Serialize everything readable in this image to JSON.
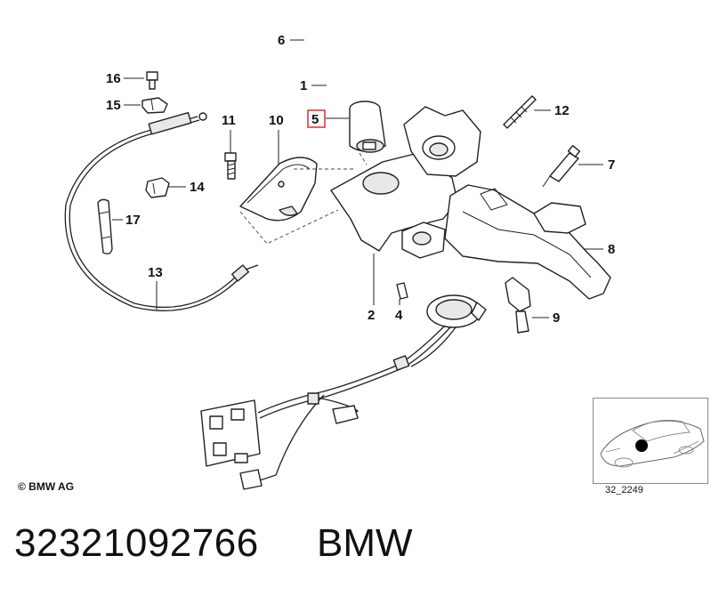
{
  "callouts": {
    "c1": "1",
    "c2": "2",
    "c4": "4",
    "c5": "5",
    "c6": "6",
    "c7": "7",
    "c8": "8",
    "c9": "9",
    "c10": "10",
    "c11": "11",
    "c12": "12",
    "c13": "13",
    "c14": "14",
    "c15": "15",
    "c16": "16",
    "c17": "17"
  },
  "highlight_color": "#e0393e",
  "copyright": "© BMW AG",
  "thumbnail": {
    "code": "32_2249"
  },
  "footer": {
    "part_number": "32321092766",
    "brand": "BMW"
  }
}
